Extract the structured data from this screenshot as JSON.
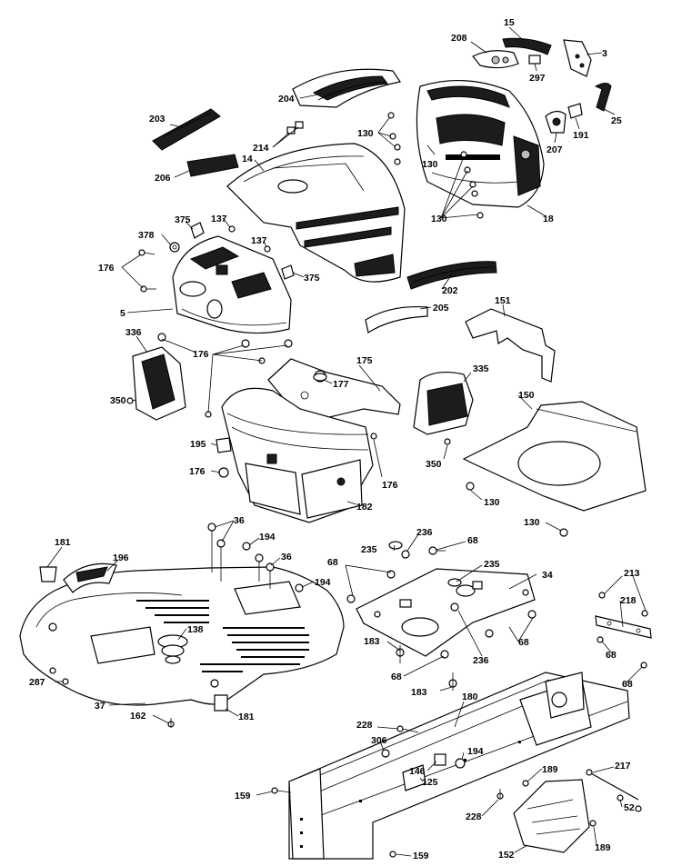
{
  "labels": [
    {
      "id": "l15",
      "text": "15"
    },
    {
      "id": "l208",
      "text": "208"
    },
    {
      "id": "l3",
      "text": "3"
    },
    {
      "id": "l297",
      "text": "297"
    },
    {
      "id": "l204",
      "text": "204"
    },
    {
      "id": "l203",
      "text": "203"
    },
    {
      "id": "l130a",
      "text": "130"
    },
    {
      "id": "l214",
      "text": "214"
    },
    {
      "id": "l14",
      "text": "14"
    },
    {
      "id": "l207",
      "text": "207"
    },
    {
      "id": "l191",
      "text": "191"
    },
    {
      "id": "l25",
      "text": "25"
    },
    {
      "id": "l206",
      "text": "206"
    },
    {
      "id": "l130b",
      "text": "130"
    },
    {
      "id": "l130c",
      "text": "130"
    },
    {
      "id": "l18",
      "text": "18"
    },
    {
      "id": "l375a",
      "text": "375"
    },
    {
      "id": "l137a",
      "text": "137"
    },
    {
      "id": "l378",
      "text": "378"
    },
    {
      "id": "l137b",
      "text": "137"
    },
    {
      "id": "l176a",
      "text": "176"
    },
    {
      "id": "l375b",
      "text": "375"
    },
    {
      "id": "l202",
      "text": "202"
    },
    {
      "id": "l151",
      "text": "151"
    },
    {
      "id": "l5",
      "text": "5"
    },
    {
      "id": "l205",
      "text": "205"
    },
    {
      "id": "l336",
      "text": "336"
    },
    {
      "id": "l176b",
      "text": "176"
    },
    {
      "id": "l175",
      "text": "175"
    },
    {
      "id": "l177",
      "text": "177"
    },
    {
      "id": "l335",
      "text": "335"
    },
    {
      "id": "l350a",
      "text": "350"
    },
    {
      "id": "l150",
      "text": "150"
    },
    {
      "id": "l195",
      "text": "195"
    },
    {
      "id": "l350b",
      "text": "350"
    },
    {
      "id": "l176c",
      "text": "176"
    },
    {
      "id": "l176d",
      "text": "176"
    },
    {
      "id": "l130d",
      "text": "130"
    },
    {
      "id": "l182",
      "text": "182"
    },
    {
      "id": "l130e",
      "text": "130"
    },
    {
      "id": "l36a",
      "text": "36"
    },
    {
      "id": "l194a",
      "text": "194"
    },
    {
      "id": "l236a",
      "text": "236"
    },
    {
      "id": "l181a",
      "text": "181"
    },
    {
      "id": "l196",
      "text": "196"
    },
    {
      "id": "l235a",
      "text": "235"
    },
    {
      "id": "l68a",
      "text": "68"
    },
    {
      "id": "l36b",
      "text": "36"
    },
    {
      "id": "l68b",
      "text": "68"
    },
    {
      "id": "l235b",
      "text": "235"
    },
    {
      "id": "l213",
      "text": "213"
    },
    {
      "id": "l194b",
      "text": "194"
    },
    {
      "id": "l34",
      "text": "34"
    },
    {
      "id": "l218",
      "text": "218"
    },
    {
      "id": "l138",
      "text": "138"
    },
    {
      "id": "l183a",
      "text": "183"
    },
    {
      "id": "l68c",
      "text": "68"
    },
    {
      "id": "l68d",
      "text": "68"
    },
    {
      "id": "l236b",
      "text": "236"
    },
    {
      "id": "l68e",
      "text": "68"
    },
    {
      "id": "l68f",
      "text": "68"
    },
    {
      "id": "l287",
      "text": "287"
    },
    {
      "id": "l183b",
      "text": "183"
    },
    {
      "id": "l37",
      "text": "37"
    },
    {
      "id": "l180",
      "text": "180"
    },
    {
      "id": "l162",
      "text": "162"
    },
    {
      "id": "l181b",
      "text": "181"
    },
    {
      "id": "l228a",
      "text": "228"
    },
    {
      "id": "l306",
      "text": "306"
    },
    {
      "id": "l194c",
      "text": "194"
    },
    {
      "id": "l146",
      "text": "146"
    },
    {
      "id": "l189a",
      "text": "189"
    },
    {
      "id": "l217",
      "text": "217"
    },
    {
      "id": "l125",
      "text": "125"
    },
    {
      "id": "l159a",
      "text": "159"
    },
    {
      "id": "l52",
      "text": "52"
    },
    {
      "id": "l228b",
      "text": "228"
    },
    {
      "id": "l189b",
      "text": "189"
    },
    {
      "id": "l159b",
      "text": "159"
    },
    {
      "id": "l152",
      "text": "152"
    }
  ]
}
